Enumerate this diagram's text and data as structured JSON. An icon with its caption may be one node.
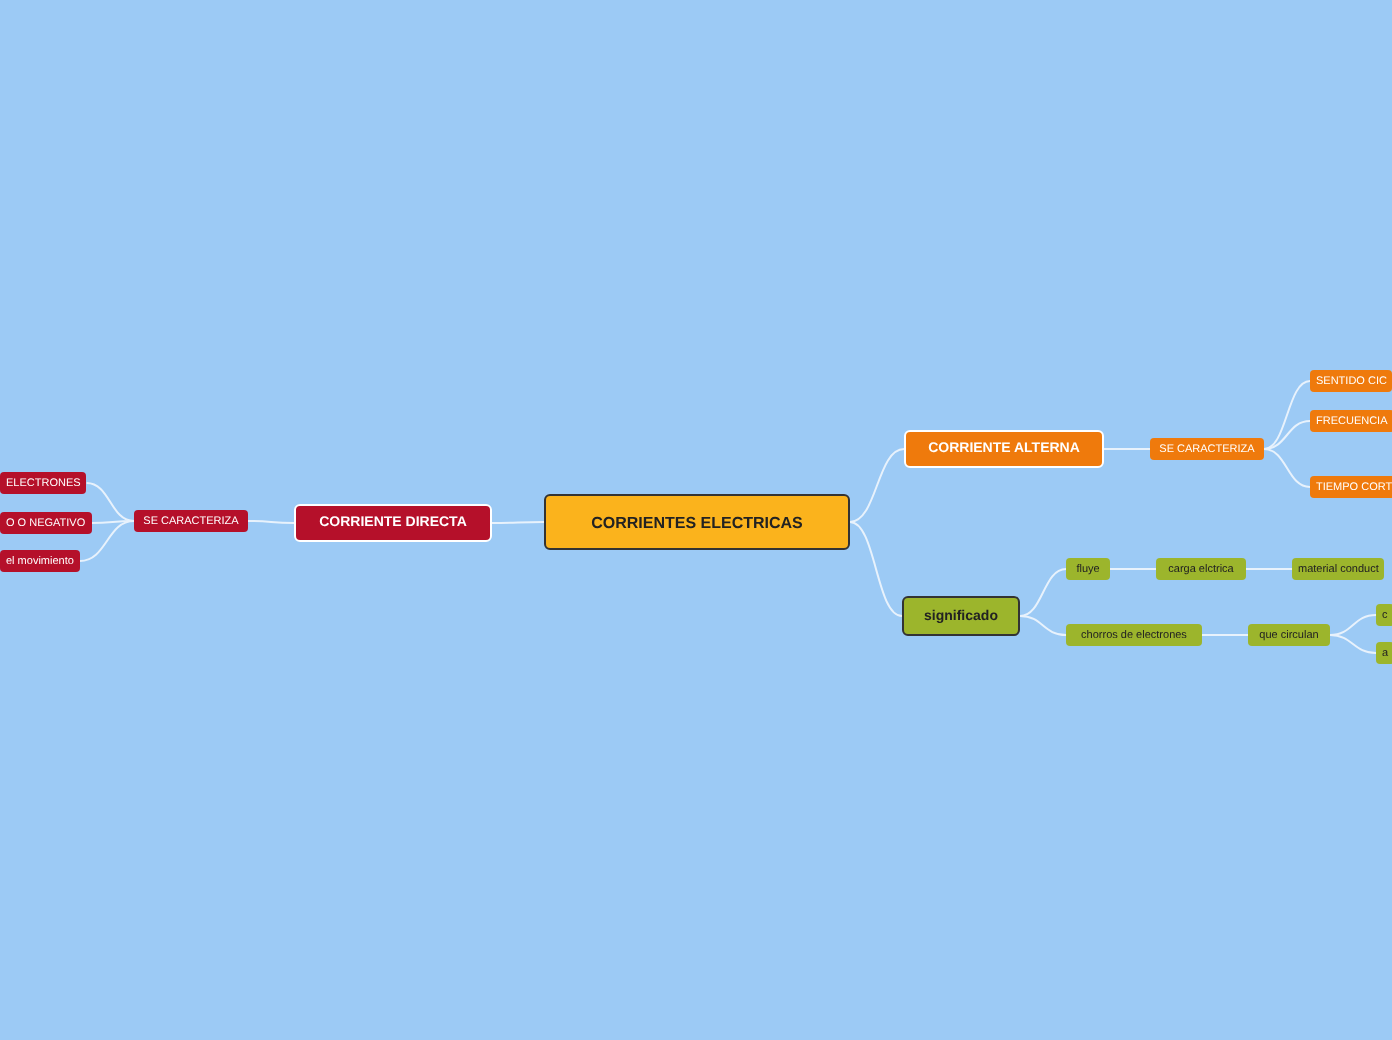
{
  "diagram": {
    "nodes": [
      {
        "text": [
          "CORRIENTES ELECTRICAS"
        ]
      },
      {
        "text": [
          "CORRIENTE DIRECTA"
        ]
      },
      {
        "text": [
          "SE CARACTERIZA"
        ]
      },
      {
        "text": [
          "ELECTRONES"
        ]
      },
      {
        "text": [
          "O O NEGATIVO"
        ]
      },
      {
        "text": [
          "el movimiento"
        ]
      },
      {
        "text": [
          "CORRIENTE ALTERNA"
        ]
      },
      {
        "text": [
          "SE CARACTERIZA"
        ]
      },
      {
        "text": [
          "SENTIDO CIC"
        ]
      },
      {
        "text": [
          "FRECUENCIA"
        ]
      },
      {
        "text": [
          "TIEMPO CORT"
        ]
      },
      {
        "text": [
          "significado"
        ]
      },
      {
        "text": [
          "fluye"
        ]
      },
      {
        "text": [
          "carga elctrica"
        ]
      },
      {
        "text": [
          "material conduct"
        ]
      },
      {
        "text": [
          "chorros de electrones"
        ]
      },
      {
        "text": [
          "que circulan"
        ]
      },
      {
        "text": [
          "c"
        ]
      },
      {
        "text": [
          "a"
        ]
      }
    ],
    "edges": [
      {
        "from": 0,
        "to": 1,
        "arrow": "none"
      },
      {
        "from": 1,
        "to": 2,
        "arrow": "none"
      },
      {
        "from": 2,
        "to": 3,
        "arrow": "none"
      },
      {
        "from": 2,
        "to": 4,
        "arrow": "none"
      },
      {
        "from": 2,
        "to": 5,
        "arrow": "none"
      },
      {
        "from": 0,
        "to": 6,
        "arrow": "none"
      },
      {
        "from": 6,
        "to": 7,
        "arrow": "none"
      },
      {
        "from": 7,
        "to": 8,
        "arrow": "none"
      },
      {
        "from": 7,
        "to": 9,
        "arrow": "none"
      },
      {
        "from": 7,
        "to": 10,
        "arrow": "none"
      },
      {
        "from": 0,
        "to": 11,
        "arrow": "none"
      },
      {
        "from": 11,
        "to": 12,
        "arrow": "none"
      },
      {
        "from": 12,
        "to": 13,
        "arrow": "none"
      },
      {
        "from": 13,
        "to": 14,
        "arrow": "none"
      },
      {
        "from": 11,
        "to": 15,
        "arrow": "none"
      },
      {
        "from": 15,
        "to": 16,
        "arrow": "none"
      },
      {
        "from": 16,
        "to": 17,
        "arrow": "none"
      },
      {
        "from": 16,
        "to": 18,
        "arrow": "none"
      }
    ]
  }
}
